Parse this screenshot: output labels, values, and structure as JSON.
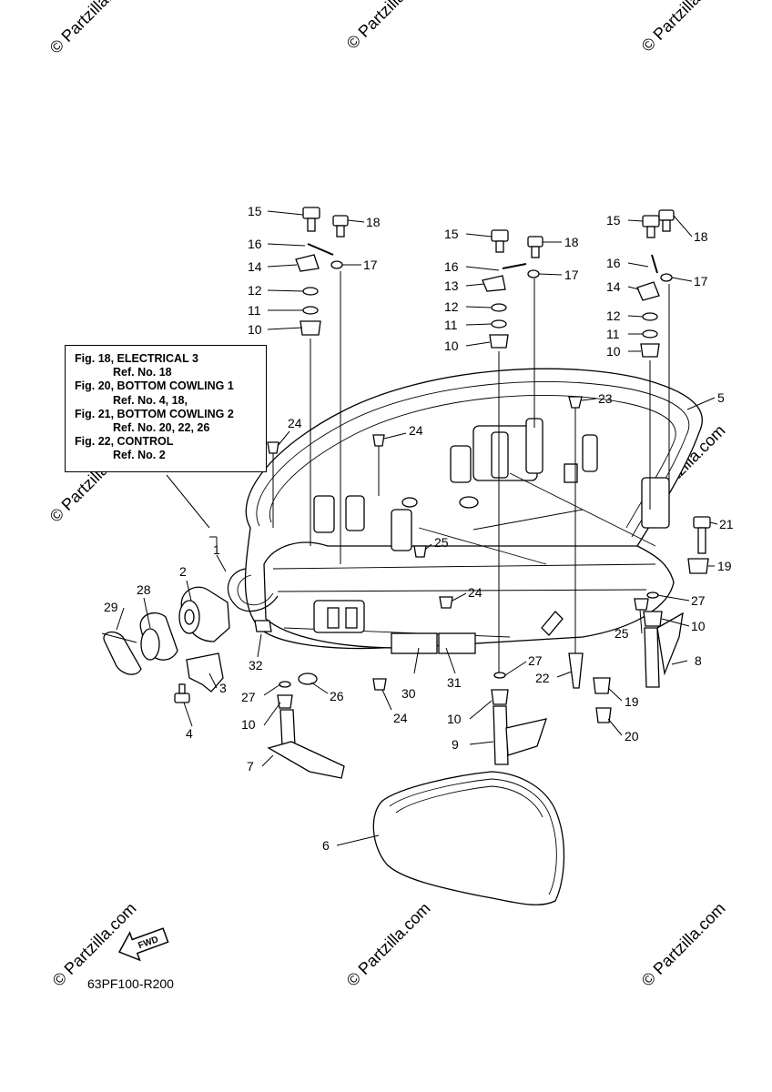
{
  "diagram_code": "63PF100-R200",
  "fwd_label": "FWD",
  "watermark_text": "© Partzilla.com",
  "reference_box": [
    {
      "fig": "Fig. 18, ELECTRICAL 3",
      "ref": "Ref. No. 18"
    },
    {
      "fig": "Fig. 20, BOTTOM COWLING 1",
      "ref": "Ref. No. 4, 18,"
    },
    {
      "fig": "Fig. 21, BOTTOM COWLING 2",
      "ref": "Ref. No. 20, 22, 26"
    },
    {
      "fig": "Fig. 22, CONTROL",
      "ref": "Ref. No. 2"
    }
  ],
  "callouts": [
    {
      "id": "c15a",
      "text": "15"
    },
    {
      "id": "c18a",
      "text": "18"
    },
    {
      "id": "c16a",
      "text": "16"
    },
    {
      "id": "c14a",
      "text": "14"
    },
    {
      "id": "c17a",
      "text": "17"
    },
    {
      "id": "c12a",
      "text": "12"
    },
    {
      "id": "c11a",
      "text": "11"
    },
    {
      "id": "c10a",
      "text": "10"
    },
    {
      "id": "c15b",
      "text": "15"
    },
    {
      "id": "c18b",
      "text": "18"
    },
    {
      "id": "c16b",
      "text": "16"
    },
    {
      "id": "c17b",
      "text": "17"
    },
    {
      "id": "c13b",
      "text": "13"
    },
    {
      "id": "c12b",
      "text": "12"
    },
    {
      "id": "c11b",
      "text": "11"
    },
    {
      "id": "c10b",
      "text": "10"
    },
    {
      "id": "c15c",
      "text": "15"
    },
    {
      "id": "c18c",
      "text": "18"
    },
    {
      "id": "c16c",
      "text": "16"
    },
    {
      "id": "c17c",
      "text": "17"
    },
    {
      "id": "c14c",
      "text": "14"
    },
    {
      "id": "c12c",
      "text": "12"
    },
    {
      "id": "c11c",
      "text": "11"
    },
    {
      "id": "c10c",
      "text": "10"
    },
    {
      "id": "c23",
      "text": "23"
    },
    {
      "id": "c5",
      "text": "5"
    },
    {
      "id": "c24a",
      "text": "24"
    },
    {
      "id": "c24b",
      "text": "24"
    },
    {
      "id": "c1",
      "text": "1"
    },
    {
      "id": "c25a",
      "text": "25"
    },
    {
      "id": "c21",
      "text": "21"
    },
    {
      "id": "c19a",
      "text": "19"
    },
    {
      "id": "c24c",
      "text": "24"
    },
    {
      "id": "c27a",
      "text": "27"
    },
    {
      "id": "c25b",
      "text": "25"
    },
    {
      "id": "c10d",
      "text": "10"
    },
    {
      "id": "c2",
      "text": "2"
    },
    {
      "id": "c28",
      "text": "28"
    },
    {
      "id": "c29",
      "text": "29"
    },
    {
      "id": "c32",
      "text": "32"
    },
    {
      "id": "c8",
      "text": "8"
    },
    {
      "id": "c27b",
      "text": "27"
    },
    {
      "id": "c22",
      "text": "22"
    },
    {
      "id": "c31",
      "text": "31"
    },
    {
      "id": "c30",
      "text": "30"
    },
    {
      "id": "c26",
      "text": "26"
    },
    {
      "id": "c27c",
      "text": "27"
    },
    {
      "id": "c3",
      "text": "3"
    },
    {
      "id": "c4",
      "text": "4"
    },
    {
      "id": "c10e",
      "text": "10"
    },
    {
      "id": "c24d",
      "text": "24"
    },
    {
      "id": "c10f",
      "text": "10"
    },
    {
      "id": "c19b",
      "text": "19"
    },
    {
      "id": "c9",
      "text": "9"
    },
    {
      "id": "c20",
      "text": "20"
    },
    {
      "id": "c7",
      "text": "7"
    },
    {
      "id": "c6",
      "text": "6"
    }
  ]
}
